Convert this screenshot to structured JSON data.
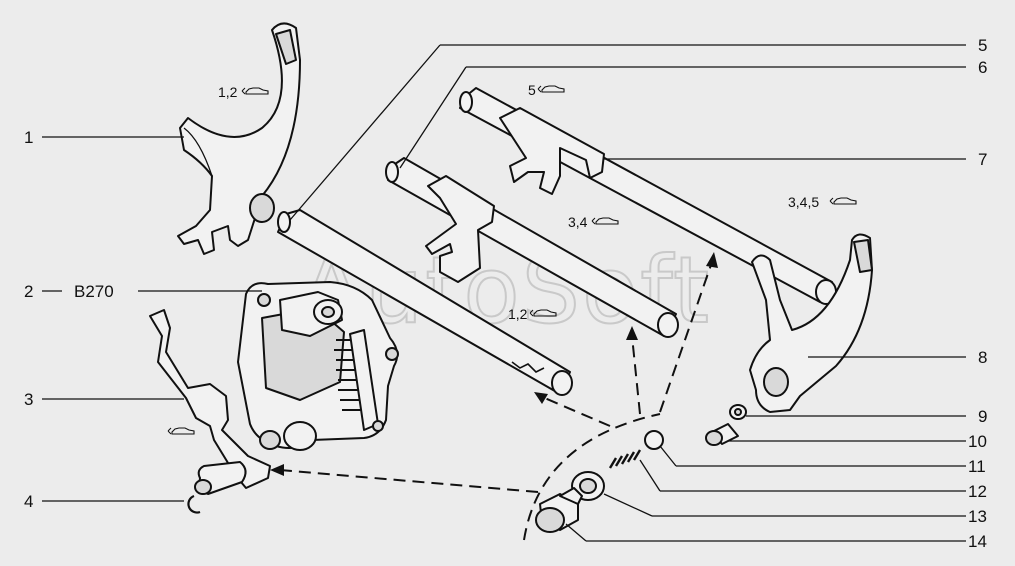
{
  "watermark": "AutoSoft",
  "callouts": [
    {
      "number": "1",
      "code": ""
    },
    {
      "number": "2",
      "code": "B270"
    },
    {
      "number": "3",
      "code": ""
    },
    {
      "number": "4",
      "code": ""
    },
    {
      "number": "5",
      "code": ""
    },
    {
      "number": "6",
      "code": ""
    },
    {
      "number": "7",
      "code": ""
    },
    {
      "number": "8",
      "code": ""
    },
    {
      "number": "9",
      "code": ""
    },
    {
      "number": "10",
      "code": ""
    },
    {
      "number": "11",
      "code": ""
    },
    {
      "number": "12",
      "code": ""
    },
    {
      "number": "13",
      "code": ""
    },
    {
      "number": "14",
      "code": ""
    }
  ],
  "applicability_notes": [
    {
      "text": "1,2",
      "icon": "car-icon"
    },
    {
      "text": "5",
      "icon": "car-icon"
    },
    {
      "text": "3,4",
      "icon": "car-icon"
    },
    {
      "text": "3,4,5",
      "icon": "car-icon"
    },
    {
      "text": "1,2",
      "icon": "car-icon"
    },
    {
      "text": "",
      "icon": "car-icon"
    }
  ]
}
